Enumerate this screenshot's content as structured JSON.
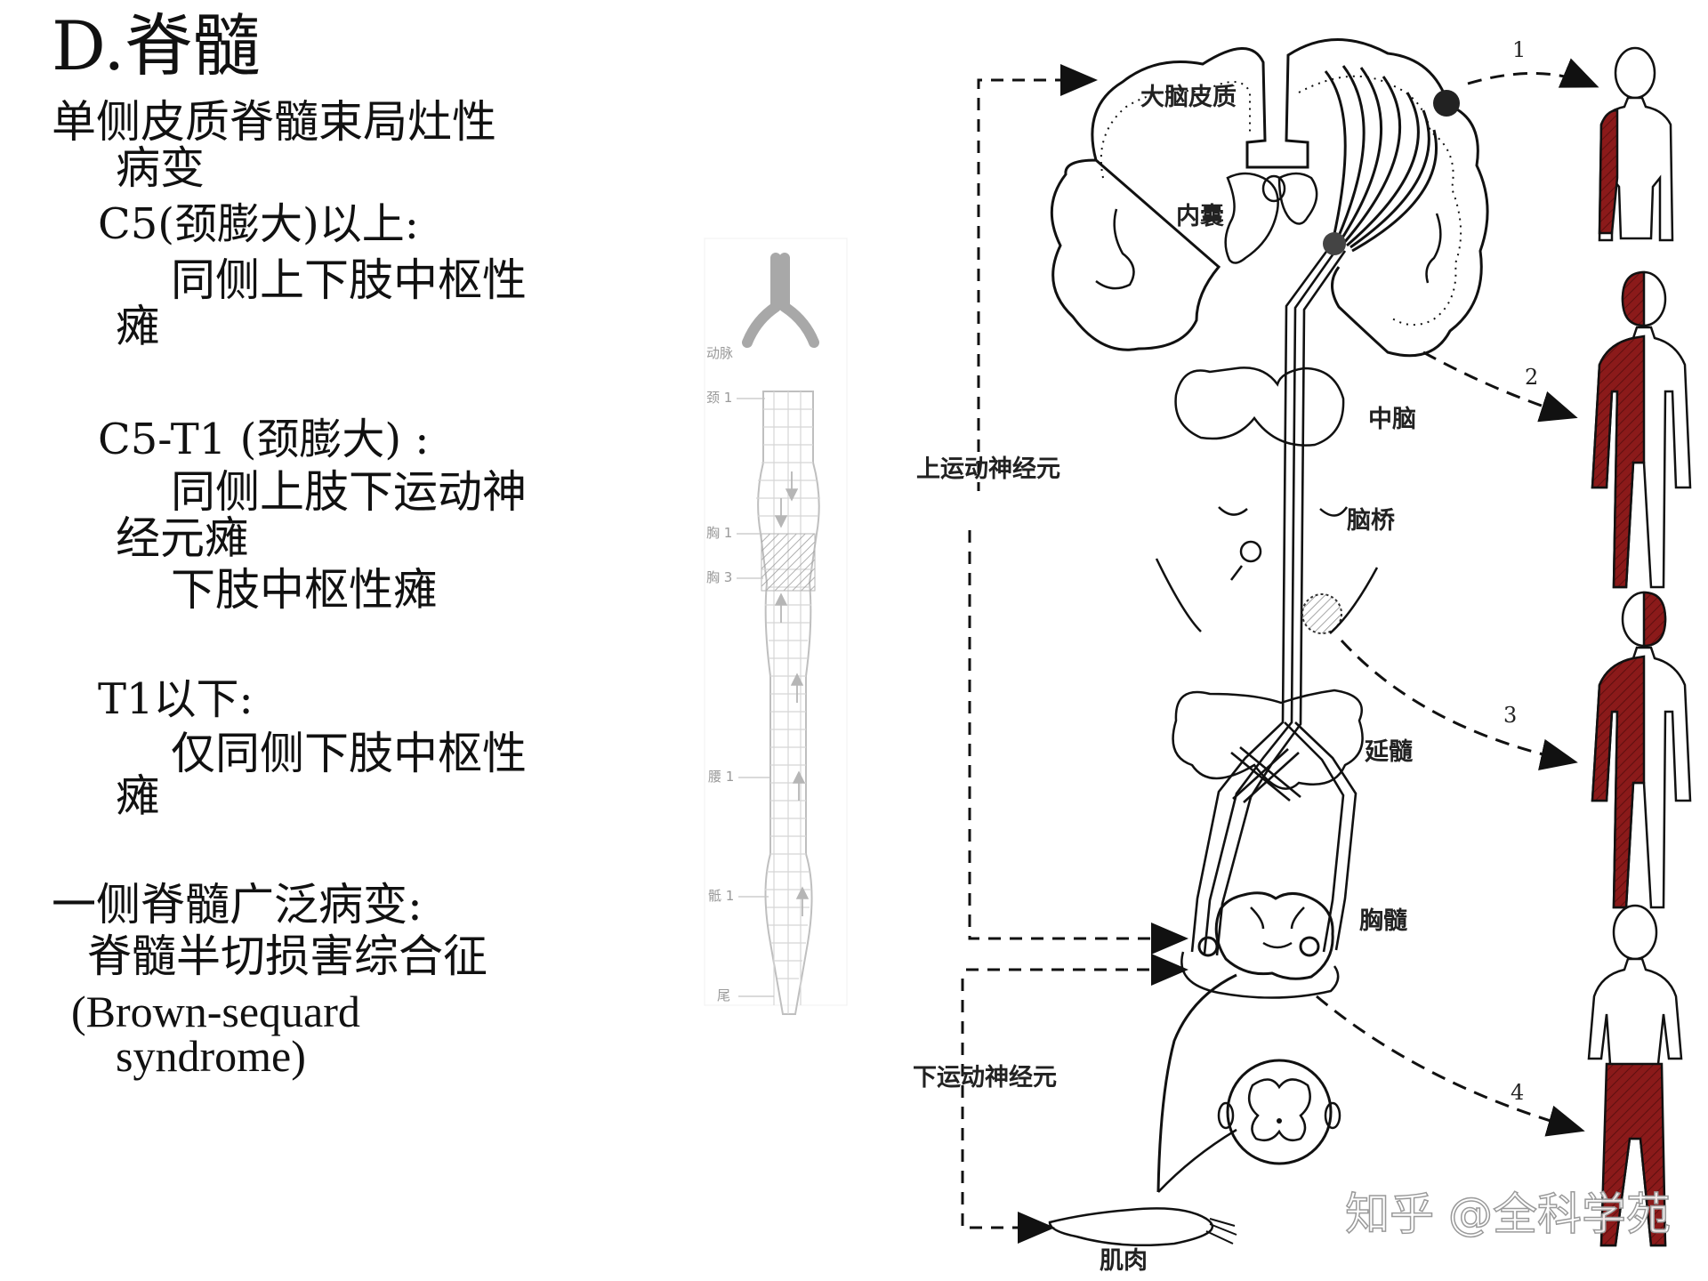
{
  "slide": {
    "title": "D.脊髓",
    "lines": [
      "单侧皮质脊髓束局灶性",
      "病变",
      "C5(颈膨大)以上:",
      "同侧上下肢中枢性",
      "瘫",
      "C5-T1 (颈膨大) :",
      "同侧上肢下运动神",
      "经元瘫",
      "下肢中枢性瘫",
      "T1以下:",
      "仅同侧下肢中枢性",
      "瘫",
      "一侧脊髓广泛病变:",
      "脊髓半切损害综合征",
      "(Brown-sequard",
      "syndrome)"
    ]
  },
  "spinal_figure": {
    "labels": [
      "动脉",
      "颈 1",
      "胸 1",
      "胸 3",
      "腰 1",
      "骶 1",
      "尾"
    ]
  },
  "pathway_figure": {
    "labels": {
      "cortex": "大脑皮质",
      "capsule": "内囊",
      "midbrain": "中脑",
      "pons": "脑桥",
      "medulla": "延髓",
      "thoracic": "胸髓",
      "upper_neuron": "上运动神经元",
      "lower_neuron": "下运动神经元",
      "muscle": "肌肉"
    },
    "markers": [
      "1",
      "2",
      "3",
      "4"
    ],
    "paralysis_color": "#8b1a1a"
  },
  "watermark": "知乎 @全科学苑"
}
